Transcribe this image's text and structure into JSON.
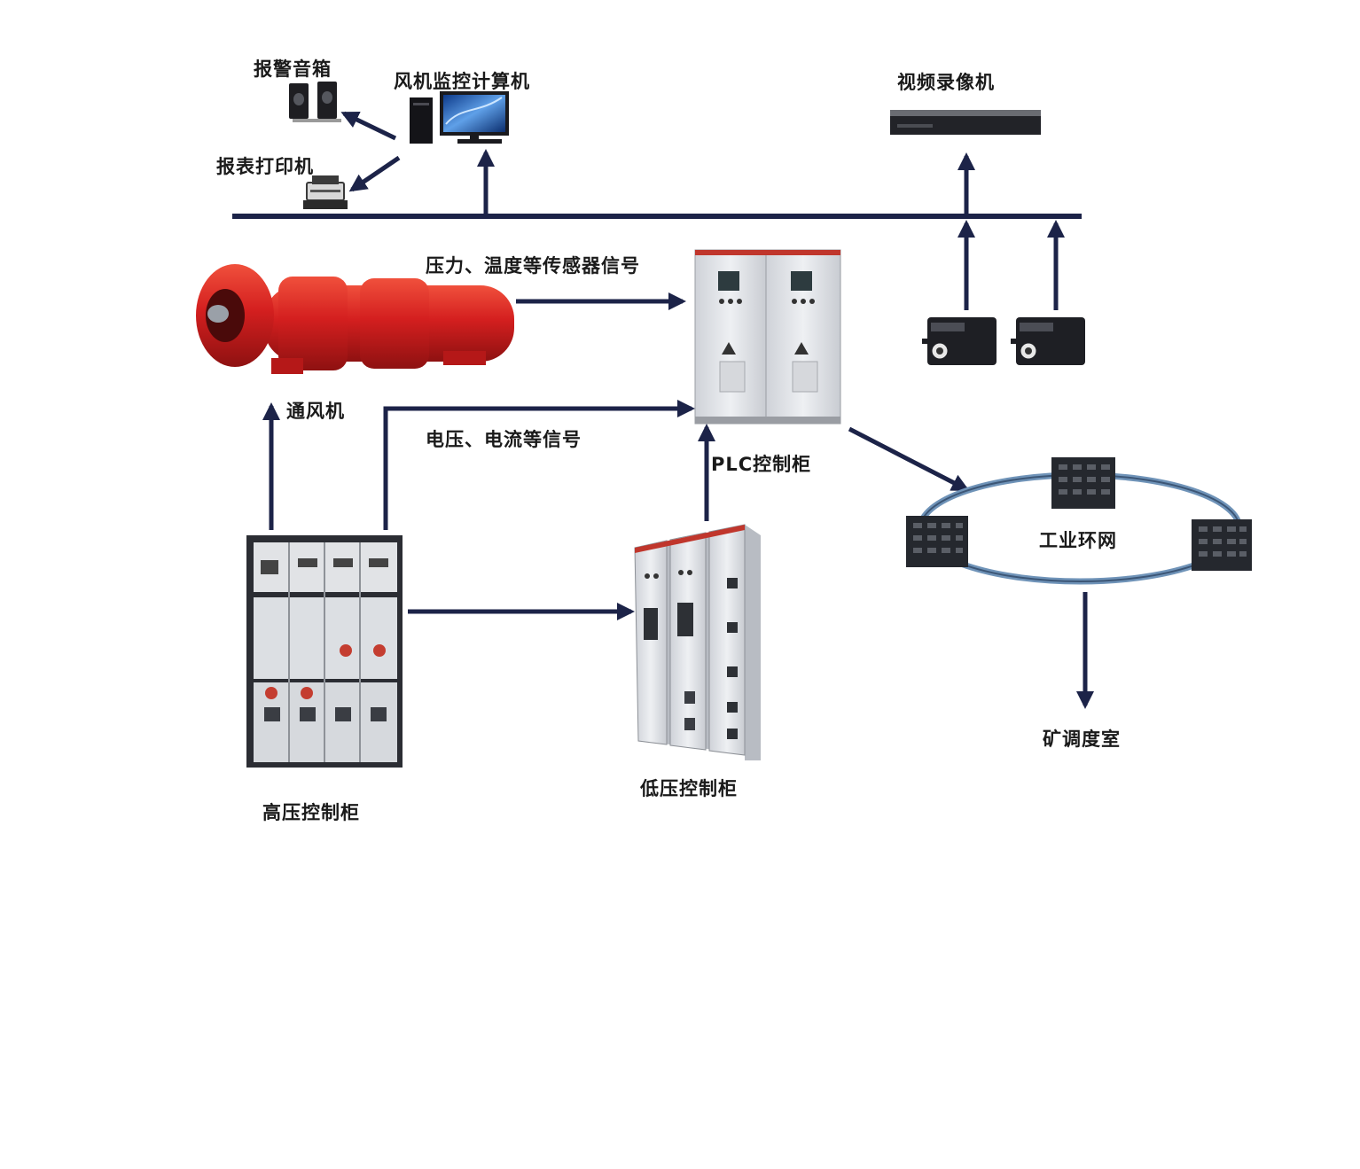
{
  "labels": {
    "alarm_speaker": "报警音箱",
    "monitor_computer": "风机监控计算机",
    "video_recorder": "视频录像机",
    "report_printer": "报表打印机",
    "sensor_signal": "压力、温度等传感器信号",
    "fan": "通风机",
    "voltage_current_signal": "电压、电流等信号",
    "plc_cabinet": "PLC控制柜",
    "industrial_ring": "工业环网",
    "dispatch_room": "矿调度室",
    "high_voltage_cabinet": "高压控制柜",
    "low_voltage_cabinet": "低压控制柜"
  },
  "colors": {
    "arrow": "#1c2348",
    "bus": "#1c2348",
    "fan_body": "#d41f1f",
    "cabinet": "#e4e6ea",
    "switch": "#2a2d33",
    "ring": "#6f93b8"
  }
}
